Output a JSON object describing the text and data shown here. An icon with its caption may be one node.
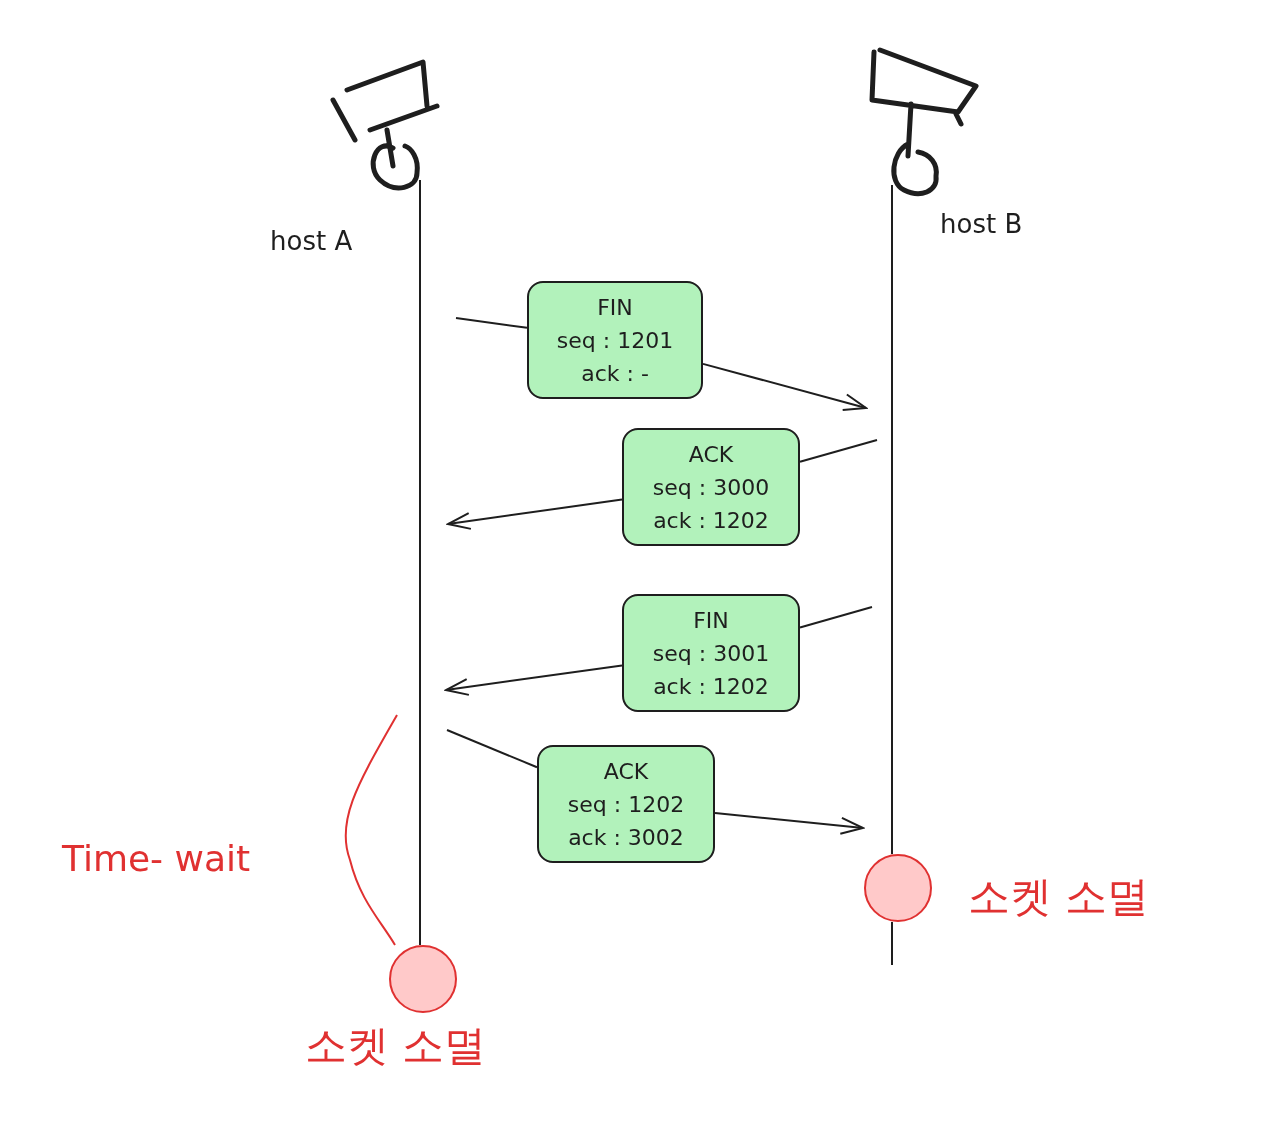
{
  "diagram": {
    "nodes": [
      {
        "text": [
          "host A"
        ]
      },
      {
        "text": [
          "host B"
        ]
      },
      {
        "text": [
          "FIN",
          "seq : 1201",
          "ack : -"
        ]
      },
      {
        "text": [
          "ACK",
          "seq : 3000",
          "ack : 1202"
        ]
      },
      {
        "text": [
          "FIN",
          "seq : 3001",
          "ack : 1202"
        ]
      },
      {
        "text": [
          "ACK",
          "seq : 1202",
          "ack : 3002"
        ]
      },
      {
        "text": [],
        "shape": "circle",
        "beside": [
          "소켓 소멸"
        ]
      },
      {
        "text": [],
        "shape": "circle",
        "beside": [
          "소켓 소멸"
        ]
      }
    ],
    "edges": [
      {
        "from": 0,
        "to": 6,
        "arrow": "none"
      },
      {
        "from": 1,
        "to": 7,
        "arrow": "none"
      },
      {
        "from": null,
        "to": 2,
        "arrow": "none"
      },
      {
        "from": 2,
        "to": null,
        "arrow": "to"
      },
      {
        "from": null,
        "to": 3,
        "arrow": "none"
      },
      {
        "from": 3,
        "to": null,
        "arrow": "to"
      },
      {
        "from": null,
        "to": 4,
        "arrow": "none"
      },
      {
        "from": 4,
        "to": null,
        "arrow": "to"
      },
      {
        "from": null,
        "to": 5,
        "arrow": "none"
      },
      {
        "from": 5,
        "to": null,
        "arrow": "to"
      }
    ],
    "labels": [
      "Time- wait"
    ]
  }
}
